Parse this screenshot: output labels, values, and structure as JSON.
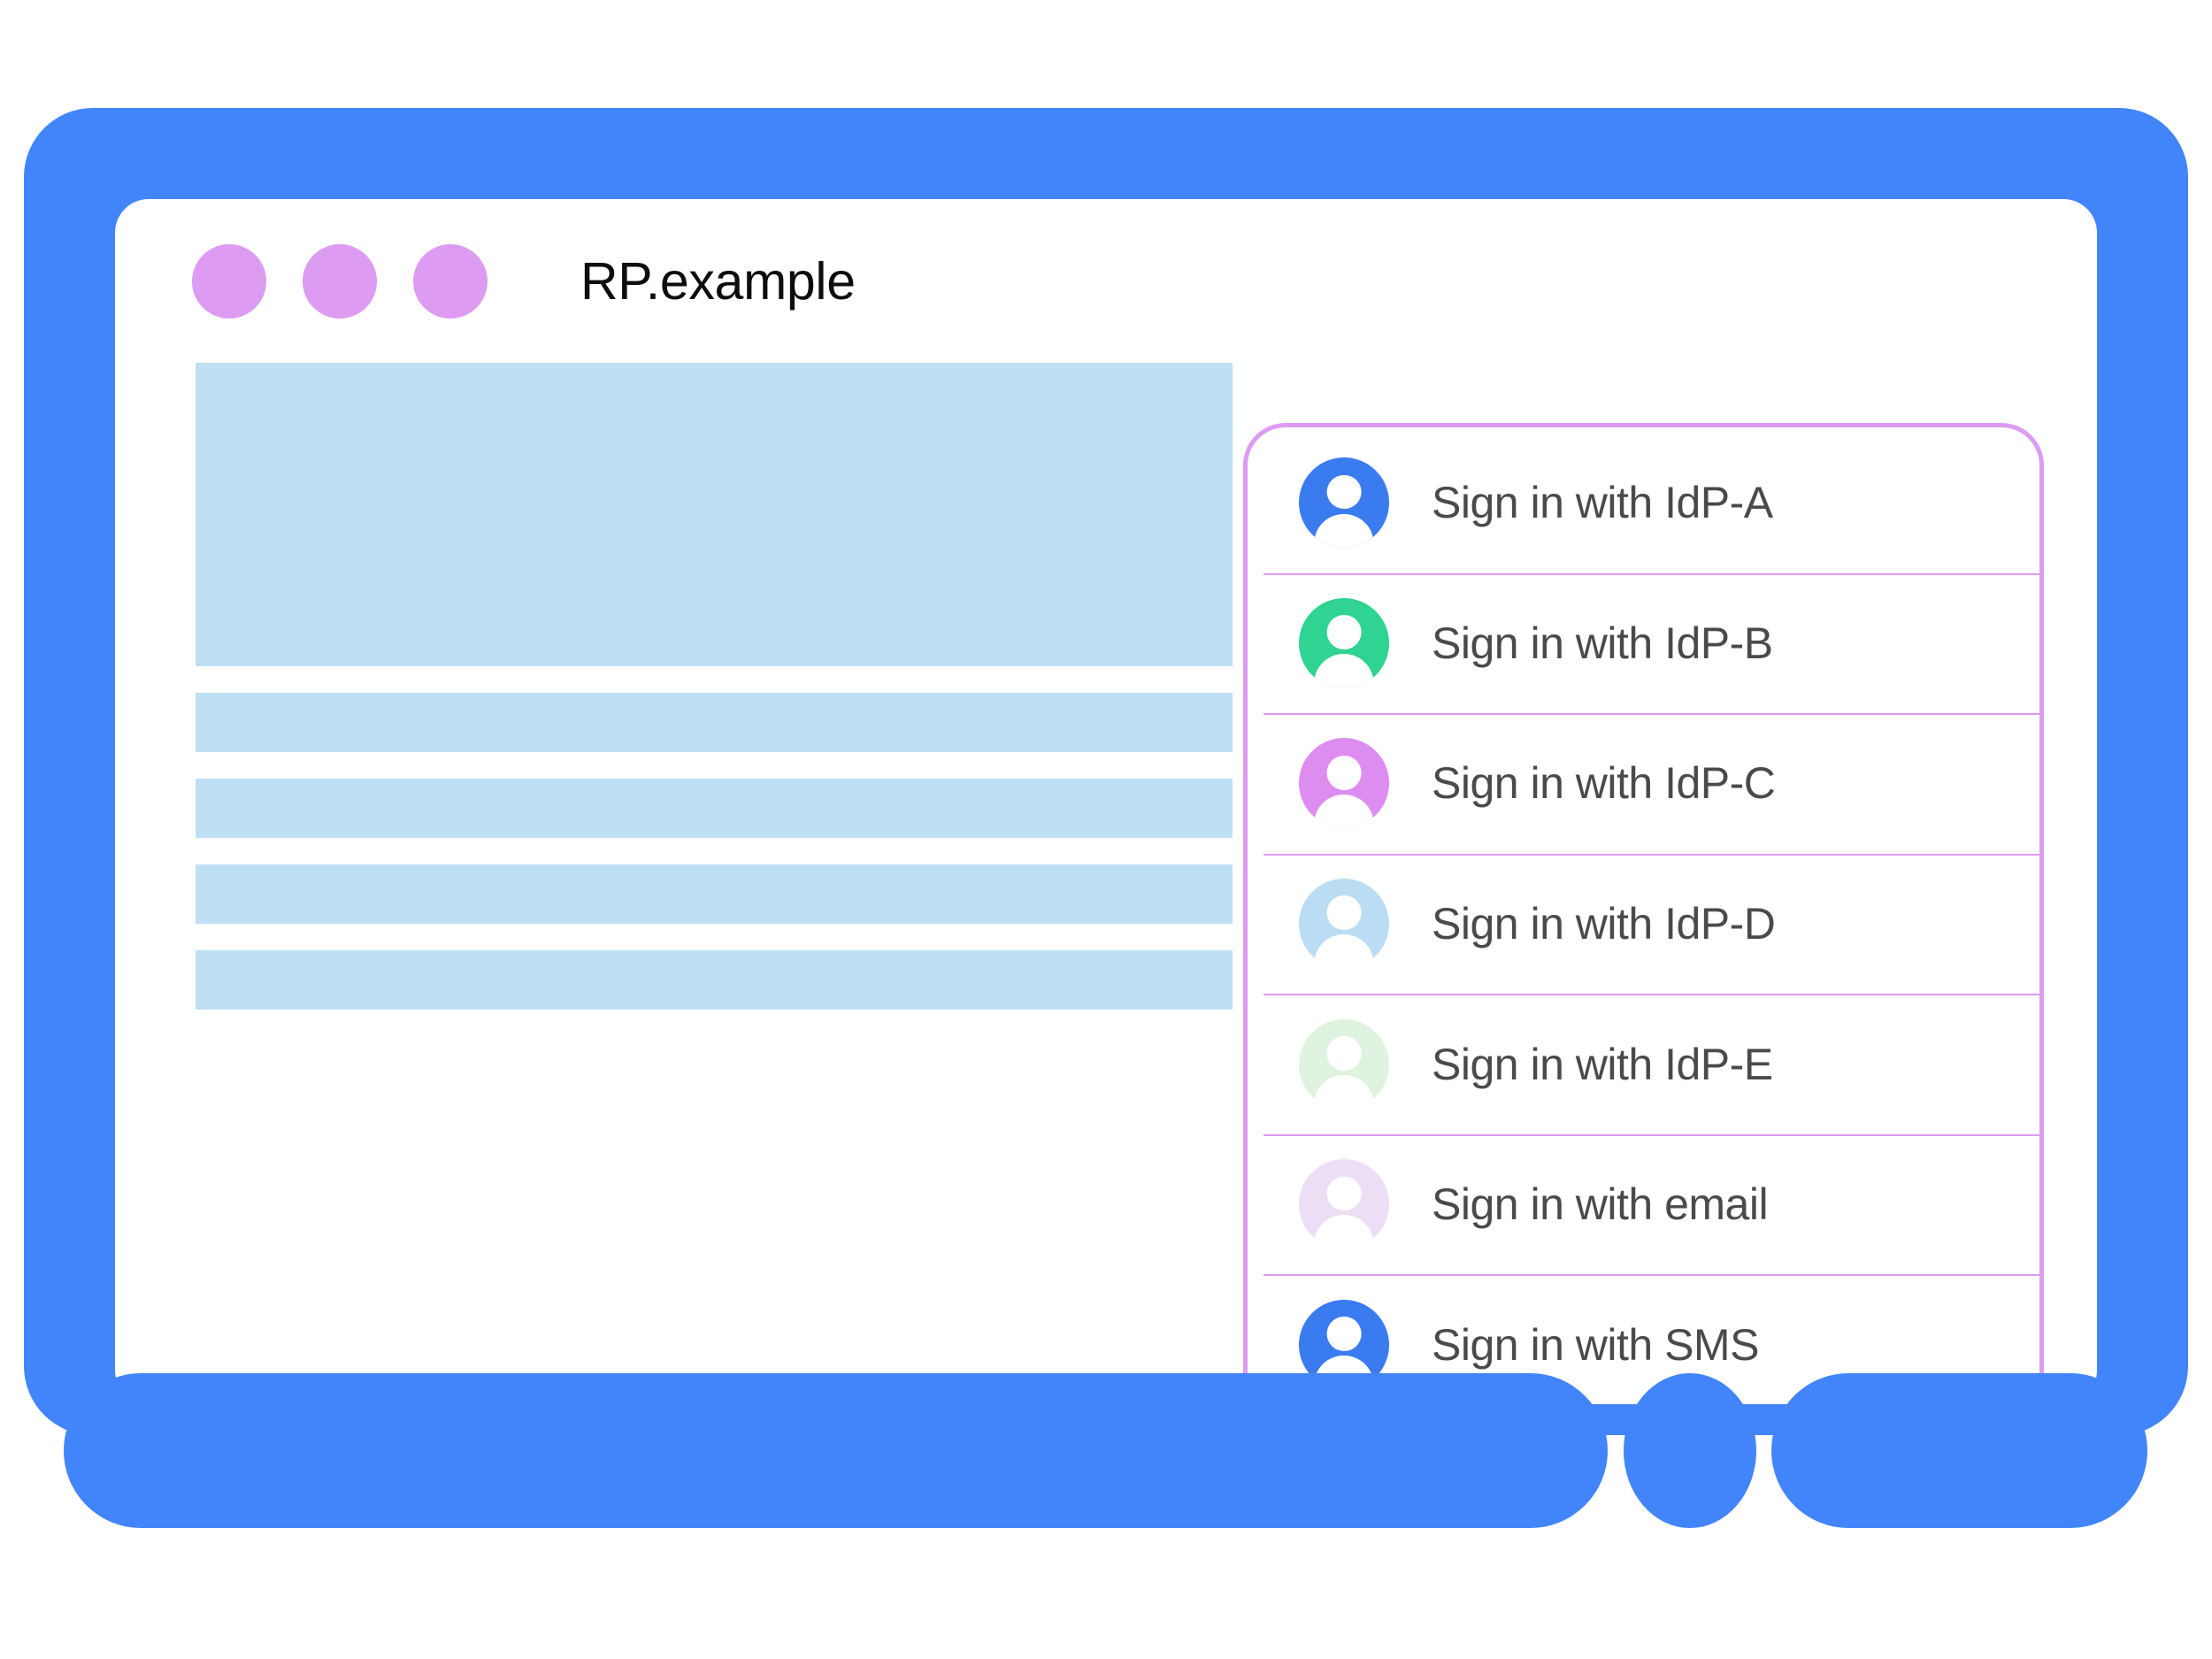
{
  "browser": {
    "title": "RP.example",
    "window_dots": [
      "dot-1",
      "dot-2",
      "dot-3"
    ],
    "dot_color": "#dd9bf2"
  },
  "theme": {
    "frame_color": "#4285fa",
    "placeholder_block_color": "#bee0f5",
    "panel_border_color": "#dd9bf2",
    "label_text_color": "#4a4a4a",
    "title_text_color": "#0d0d0d"
  },
  "page_content": {
    "blocks": [
      {
        "name": "hero-placeholder",
        "kind": "hero"
      },
      {
        "name": "text-line-placeholder-1",
        "kind": "bar"
      },
      {
        "name": "text-line-placeholder-2",
        "kind": "bar"
      },
      {
        "name": "text-line-placeholder-3",
        "kind": "bar"
      },
      {
        "name": "text-line-placeholder-4",
        "kind": "bar"
      }
    ]
  },
  "account_chooser": {
    "accounts": [
      {
        "label": "Sign in with IdP-A",
        "icon": "account-avatar-icon",
        "avatar_color": "#3b7bf0"
      },
      {
        "label": "Sign in with IdP-B",
        "icon": "account-avatar-icon",
        "avatar_color": "#2fd392"
      },
      {
        "label": "Sign in with IdP-C",
        "icon": "account-avatar-icon",
        "avatar_color": "#dd8cf0"
      },
      {
        "label": "Sign in with IdP-D",
        "icon": "account-avatar-icon",
        "avatar_color": "#bbddf4"
      },
      {
        "label": "Sign in with IdP-E",
        "icon": "account-avatar-icon",
        "avatar_color": "#e0f3e0"
      },
      {
        "label": "Sign in with email",
        "icon": "account-avatar-icon",
        "avatar_color": "#ecdff5"
      },
      {
        "label": "Sign in with SMS",
        "icon": "account-avatar-icon",
        "avatar_color": "#3b7bf0"
      }
    ]
  },
  "device": {
    "bottom_bezel_parts": [
      "bezel-bar-left",
      "home-button",
      "bezel-bar-right"
    ]
  }
}
